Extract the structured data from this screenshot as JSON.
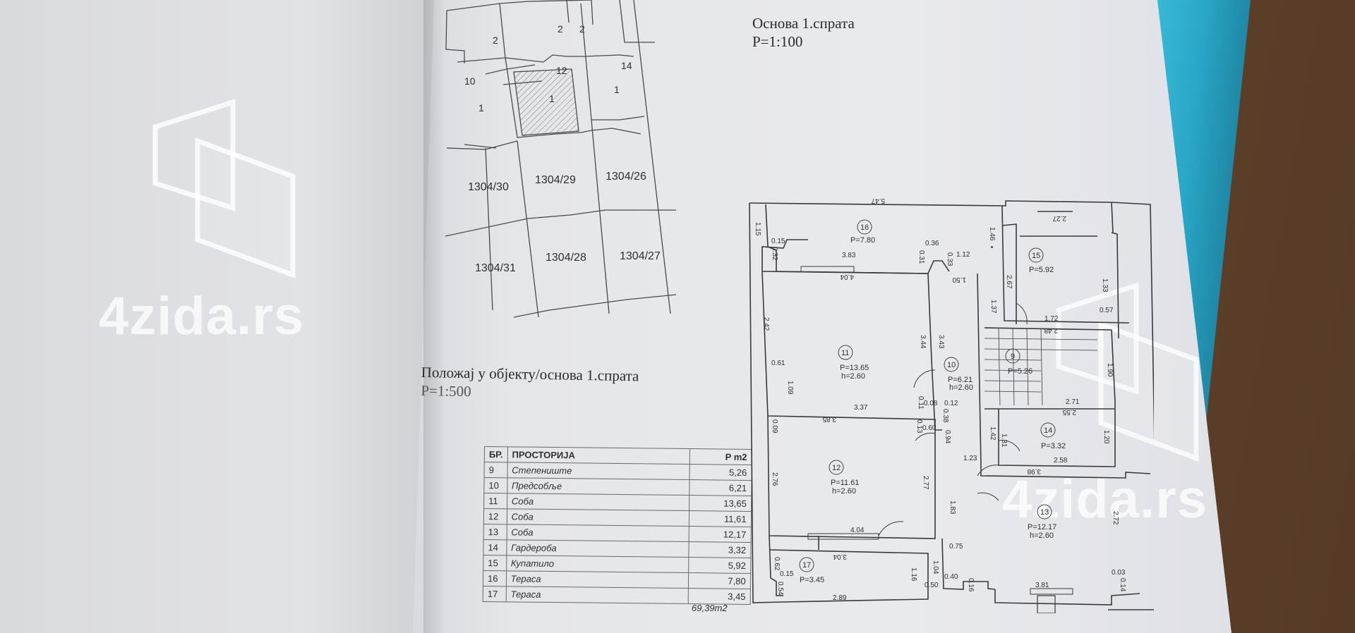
{
  "watermark": {
    "brand": "4zida.rs",
    "brand_color": "#ffffff"
  },
  "floor_plan_heading": {
    "title": "Основа 1.спрата",
    "scale": "Р=1:100"
  },
  "position_heading": {
    "title": "Положај у објекту/основа 1.спрата",
    "scale": "Р=1:500"
  },
  "cadastre": {
    "parcels": [
      "2",
      "2",
      "2",
      "10",
      "12",
      "14",
      "1",
      "1",
      "1",
      "1304/30",
      "1304/29",
      "1304/26",
      "1304/31",
      "1304/28",
      "1304/27"
    ]
  },
  "room_table": {
    "headers": {
      "no": "БР.",
      "room": "ПРОСТОРИЈА",
      "area": "P m2"
    },
    "rows": [
      {
        "no": "9",
        "room": "Степениште",
        "area": "5,26"
      },
      {
        "no": "10",
        "room": "Предсобље",
        "area": "6,21"
      },
      {
        "no": "11",
        "room": "Соба",
        "area": "13,65"
      },
      {
        "no": "12",
        "room": "Соба",
        "area": "11,61"
      },
      {
        "no": "13",
        "room": "Соба",
        "area": "12,17"
      },
      {
        "no": "14",
        "room": "Гардероба",
        "area": "3,32"
      },
      {
        "no": "15",
        "room": "Купатило",
        "area": "5,92"
      },
      {
        "no": "16",
        "room": "Тераса",
        "area": "7,80"
      },
      {
        "no": "17",
        "room": "Тераса",
        "area": "3,45"
      }
    ],
    "total": "69,39m2"
  },
  "plan": {
    "rooms": [
      {
        "no": "16",
        "area": "P=7.80",
        "height": ""
      },
      {
        "no": "15",
        "area": "P=5.92",
        "height": ""
      },
      {
        "no": "11",
        "area": "P=13.65",
        "height": "h=2.60"
      },
      {
        "no": "10",
        "area": "P=6.21",
        "height": "h=2.60"
      },
      {
        "no": "9",
        "area": "P=5.26",
        "height": ""
      },
      {
        "no": "14",
        "area": "P=3.32",
        "height": ""
      },
      {
        "no": "12",
        "area": "P=11.61",
        "height": "h=2.60"
      },
      {
        "no": "13",
        "area": "P=12.17",
        "height": "h=2.60"
      },
      {
        "no": "17",
        "area": "P=3.45",
        "height": ""
      }
    ],
    "dimensions": {
      "d547": "5.47",
      "d115": "1.15",
      "d015": "0.15",
      "d032": "0.32",
      "d383": "3.83",
      "d404": "4.04",
      "d031": "0.31",
      "d036": "0.36",
      "d033": "0.33",
      "d112": "1.12",
      "d150": "1.50",
      "d146": "1.46",
      "d227": "2.27",
      "d267": "2.67",
      "d137": "1.37",
      "d172": "1.72",
      "d133": "1.33",
      "d057": "0.57",
      "d248": "2.48",
      "d242": "2.42",
      "d061": "0.61",
      "d109": "1.09",
      "d344": "3.44",
      "d343": "3.43",
      "d337": "3.37",
      "d011": "0.11",
      "d008": "0.08",
      "d012": "0.12",
      "d271": "2.71",
      "d255": "2.55",
      "d190": "1.90",
      "d385": "3.85",
      "d009": "0.09",
      "d013": "0.13",
      "d060": "0.60",
      "d038": "0.38",
      "d094": "0.94",
      "d142": "1.42",
      "d131": "1.31",
      "d258": "2.58",
      "d120": "1.20",
      "d123": "1.23",
      "d398": "3.98",
      "d276": "2.76",
      "d277": "2.77",
      "d183": "1.83",
      "d404b": "4.04",
      "d304": "3.04",
      "d075": "0.75",
      "d272": "2.72",
      "d062": "0.62",
      "d015b": "0.15",
      "d054": "0.54",
      "d116": "1.16",
      "d104": "1.04",
      "d040": "0.40",
      "d016": "0.16",
      "d050": "0.50",
      "d003": "0.03",
      "d014": "0.14",
      "d289": "2.89",
      "d381": "3.81"
    }
  }
}
